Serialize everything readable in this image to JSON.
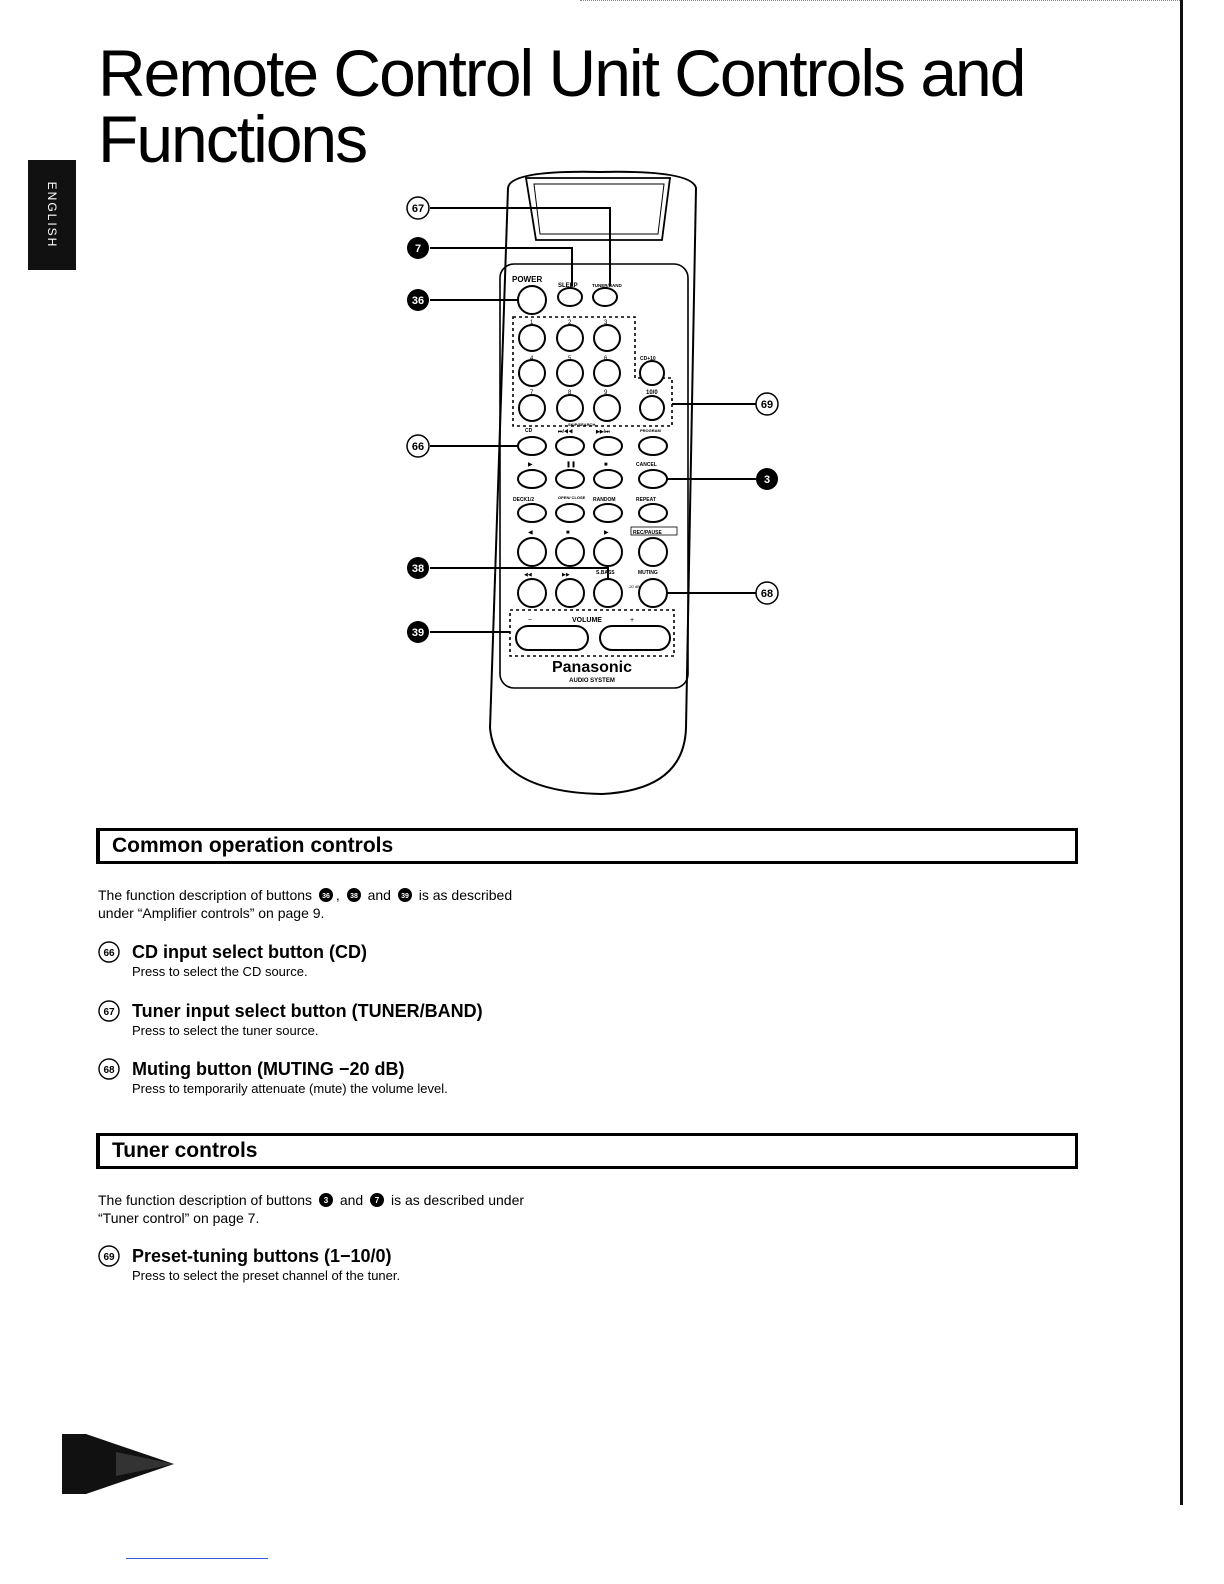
{
  "page": {
    "title_line1": "Remote Control Unit Controls and",
    "title_line2": "Functions",
    "language_tab": "ENGLISH"
  },
  "figure": {
    "callouts": {
      "c67": "67",
      "c7": "7",
      "c36": "36",
      "c66": "66",
      "c69": "69",
      "c3": "3",
      "c38": "38",
      "c68": "68",
      "c39": "39"
    },
    "remote_labels": {
      "power": "POWER",
      "sleep": "SLEEP",
      "tuner_band": "TUNER/BAND",
      "n1": "1",
      "n2": "2",
      "n3": "3",
      "n4": "4",
      "n5": "5",
      "n6": "6",
      "n7": "7",
      "n8": "8",
      "n9": "9",
      "cd10": "CD+10",
      "n10": "10/0",
      "cd": "CD",
      "skip_search": "SKIP/SEARCH",
      "prev": "⏮/◀◀",
      "next": "▶▶/⏭",
      "program": "PROGRAM",
      "play": "▶",
      "pause": "❚❚",
      "stop": "■",
      "cancel": "CANCEL",
      "deck12": "DECK1/2",
      "open_close": "OPEN/ CLOSE",
      "random": "RANDOM",
      "repeat": "REPEAT",
      "rec_pause": "REC/PAUSE",
      "tape_rew_play": "◀",
      "tape_stop": "■",
      "tape_play": "▶",
      "rew": "◀◀",
      "ff": "▶▶",
      "sbass": "S.BASS",
      "muting": "MUTING",
      "muting_db": "-20 dB",
      "volume": "VOLUME",
      "vol_minus": "−",
      "vol_plus": "+",
      "brand": "Panasonic",
      "system": "AUDIO SYSTEM"
    }
  },
  "common": {
    "heading": "Common operation controls",
    "intro_line1": "The function description of buttons",
    "intro_b1": "36",
    "intro_sep1": ",",
    "intro_b2": "38",
    "intro_and": "and",
    "intro_b3": "39",
    "intro_tail": "is as described",
    "intro_line2": "under “Amplifier controls” on page 9.",
    "items": [
      {
        "num": "66",
        "head": "CD input select button (CD)",
        "desc": "Press to select the CD source."
      },
      {
        "num": "67",
        "head": "Tuner input select button (TUNER/BAND)",
        "desc": "Press to select the tuner source."
      },
      {
        "num": "68",
        "head": "Muting button (MUTING −20 dB)",
        "desc": "Press to temporarily attenuate (mute) the volume level."
      }
    ]
  },
  "tuner": {
    "heading": "Tuner controls",
    "intro_line1": "The function description of buttons",
    "intro_b1": "3",
    "intro_and": "and",
    "intro_b2": "7",
    "intro_tail": "is as described under",
    "intro_line2": "“Tuner control” on page 7.",
    "items": [
      {
        "num": "69",
        "head": "Preset-tuning buttons (1−10/0)",
        "desc": "Press to select the preset channel of the tuner."
      }
    ]
  }
}
